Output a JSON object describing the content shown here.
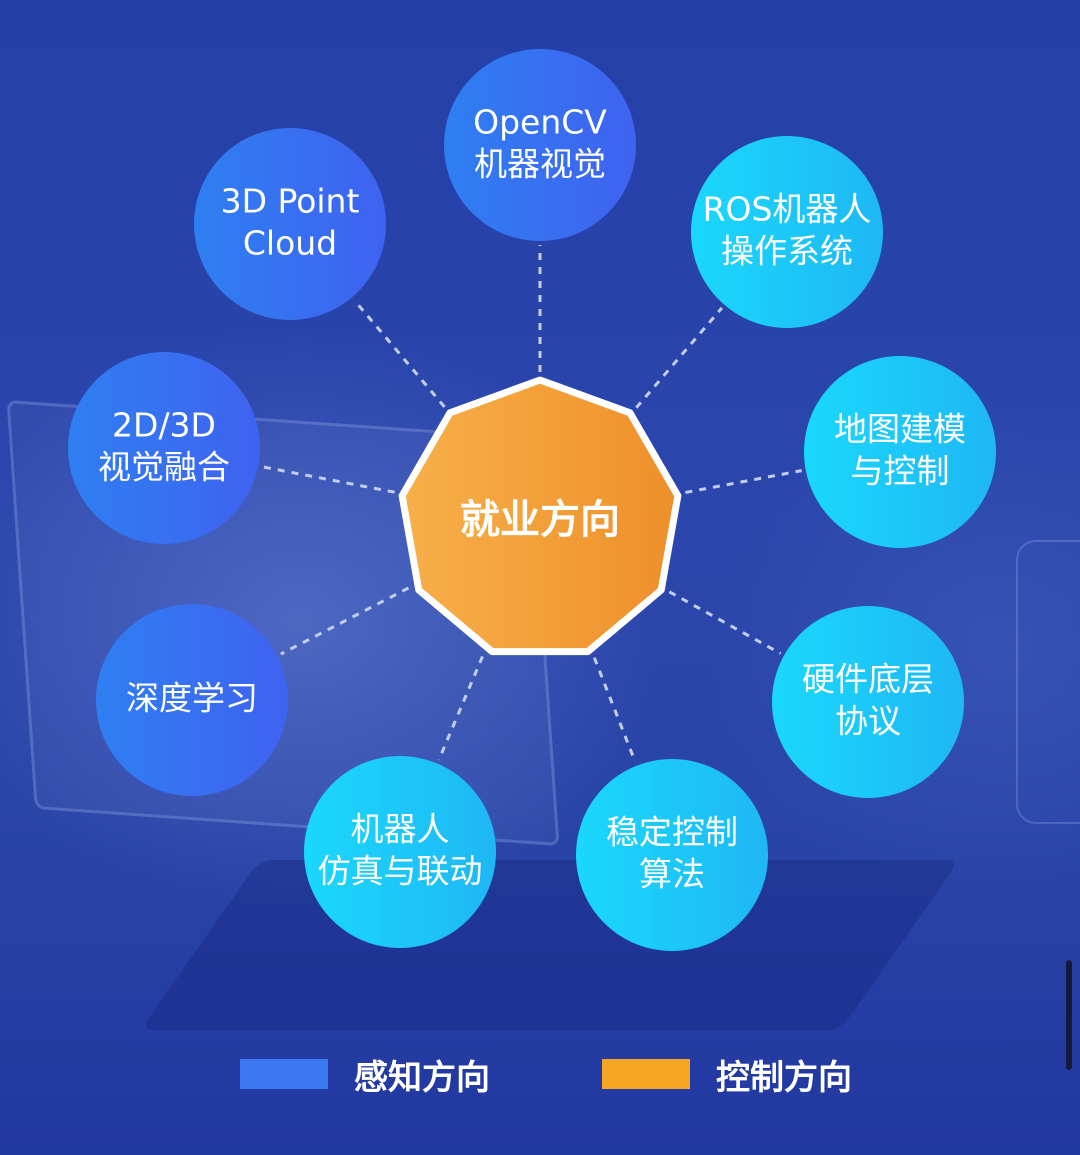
{
  "center": {
    "label": "就业方向"
  },
  "nodes": [
    {
      "id": "opencv",
      "lines": [
        "OpenCV",
        "机器视觉"
      ],
      "category": "perception"
    },
    {
      "id": "ros",
      "lines": [
        "ROS机器人",
        "操作系统"
      ],
      "category": "control"
    },
    {
      "id": "map",
      "lines": [
        "地图建模",
        "与控制"
      ],
      "category": "control"
    },
    {
      "id": "hardware",
      "lines": [
        "硬件底层",
        "协议"
      ],
      "category": "control"
    },
    {
      "id": "stable",
      "lines": [
        "稳定控制",
        "算法"
      ],
      "category": "control"
    },
    {
      "id": "sim",
      "lines": [
        "机器人",
        "仿真与联动"
      ],
      "category": "control"
    },
    {
      "id": "deep",
      "lines": [
        "深度学习"
      ],
      "category": "perception"
    },
    {
      "id": "fusion",
      "lines": [
        "2D/3D",
        "视觉融合"
      ],
      "category": "perception"
    },
    {
      "id": "pointcloud",
      "lines": [
        "3D Point",
        "Cloud"
      ],
      "category": "perception"
    }
  ],
  "legend": [
    {
      "key": "perception",
      "label": "感知方向",
      "color": "#3c78f2"
    },
    {
      "key": "control",
      "label": "控制方向",
      "color": "#f5a623"
    }
  ],
  "colors": {
    "perception_from": "#2f7ff2",
    "perception_to": "#3f62f0",
    "control_from": "#1ad8fb",
    "control_to": "#1fb7f5",
    "center_from": "#f7b04a",
    "center_to": "#ee8f2a",
    "center_border": "#ffffff",
    "connector": "#c4cde8"
  }
}
